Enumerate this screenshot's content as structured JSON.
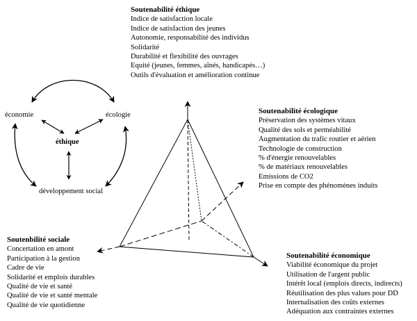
{
  "ethique": {
    "title": "Soutenabilité éthique",
    "items": [
      "Indice de satisfaction locale",
      "Indice de satisfaction des jeunes",
      "Autonomie, responsabilité des individus",
      "Solidarité",
      "Durabilité et flexibilité des ouvrages",
      "Equité (jeunes, femmes, aînés, handicapés…)",
      "Outils d'évaluation et amélioration continue"
    ]
  },
  "ecologique": {
    "title": "Soutenabilité écologique",
    "items": [
      "Préservation des systèmes vitaux",
      "Qualité des sols et perméabilité",
      "Augmentation du trafic routier et aérien",
      "Technologie de construction",
      "% d'énergie renouvelables",
      "% de matériaux renouvelables",
      "Emissions de CO2",
      "Prise en compte des phénomènes induits"
    ]
  },
  "sociale": {
    "title": "Soutenbilité sociale",
    "items": [
      "Concertation en amont",
      "Participation à la gestion",
      "Cadre de vie",
      "Solidarité et emplois durables",
      "Qualité de vie et santé",
      "Qualité de vie et santé mentale",
      "Qualité de vie quotidienne"
    ]
  },
  "economique": {
    "title": "Soutenabilité économique",
    "items": [
      "Viabilité économique du projet",
      "Utilisation de l'argent public",
      "Intérêt local (emplois directs, indirects)",
      "Réutilisation des plus values pour DD",
      "Internalisation des coûts externes",
      "Adéquation aux contraintes externes"
    ]
  },
  "cycle": {
    "economie": "économie",
    "ecologie": "écologie",
    "ethique": "éthique",
    "social": "développement social"
  }
}
